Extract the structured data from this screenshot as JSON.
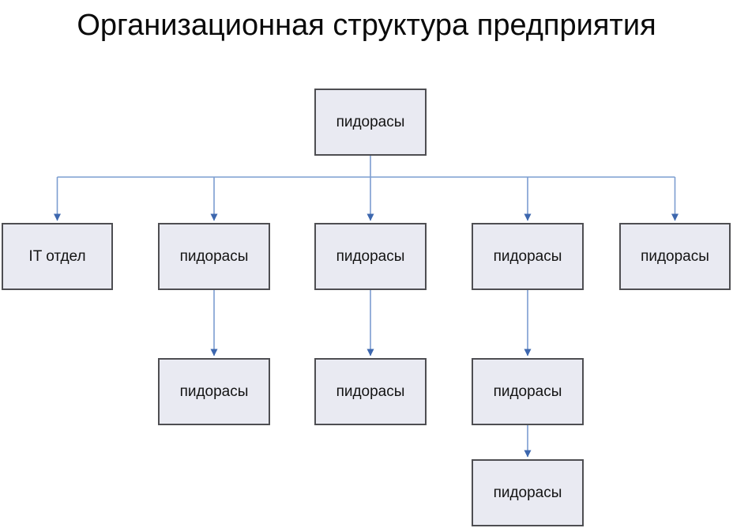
{
  "header": {
    "title": "Организационная структура предприятия"
  },
  "diagram": {
    "type": "org-chart",
    "colors": {
      "box_fill": "#e9eaf2",
      "box_border": "#4e4e52",
      "connector": "#7c9dd0",
      "arrowhead": "#3d67ae",
      "title_color": "#0a0a0a",
      "text_color": "#141414"
    },
    "nodes": [
      {
        "id": "root",
        "level": 1,
        "label": "пидорасы"
      },
      {
        "id": "r2c1",
        "level": 2,
        "label": "IT отдел"
      },
      {
        "id": "r2c2",
        "level": 2,
        "label": "пидорасы"
      },
      {
        "id": "r2c3",
        "level": 2,
        "label": "пидорасы"
      },
      {
        "id": "r2c4",
        "level": 2,
        "label": "пидорасы"
      },
      {
        "id": "r2c5",
        "level": 2,
        "label": "пидорасы"
      },
      {
        "id": "r3c2",
        "level": 3,
        "label": "пидорасы",
        "parent": "r2c2"
      },
      {
        "id": "r3c3",
        "level": 3,
        "label": "пидорасы",
        "parent": "r2c3"
      },
      {
        "id": "r3c4",
        "level": 3,
        "label": "пидорасы",
        "parent": "r2c4"
      },
      {
        "id": "r4c4",
        "level": 4,
        "label": "пидорасы",
        "parent": "r3c4"
      }
    ]
  }
}
